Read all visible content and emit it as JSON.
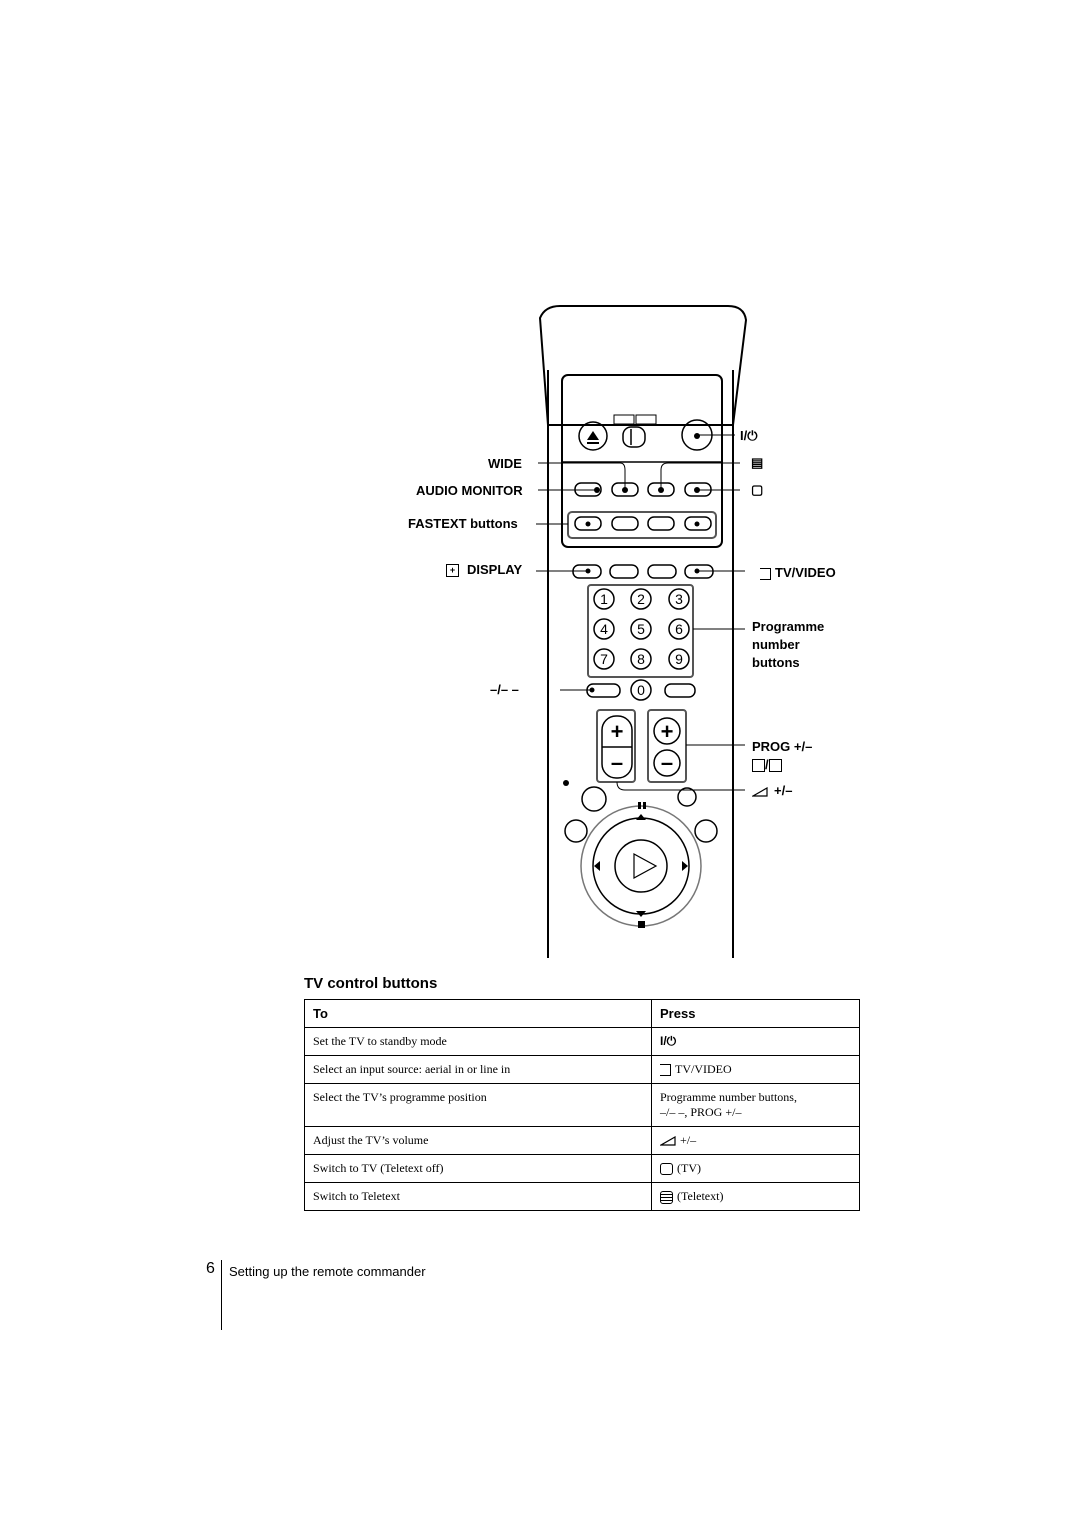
{
  "labels": {
    "power": "I/⏻",
    "teletext_sym": "▤",
    "tv_sym": "▢",
    "wide": "WIDE",
    "audio_monitor": "AUDIO MONITOR",
    "fastext": "FASTEXT buttons",
    "display": "DISPLAY",
    "tv_video": "TV/VIDEO",
    "programme_1": "Programme",
    "programme_2": "number",
    "programme_3": "buttons",
    "dash": "–/– –",
    "prog": "PROG +/–",
    "volume": "+/–"
  },
  "keypad": [
    "1",
    "2",
    "3",
    "4",
    "5",
    "6",
    "7",
    "8",
    "9",
    "0"
  ],
  "section_title": "TV control buttons",
  "table": {
    "headers": [
      "To",
      "Press"
    ],
    "rows": [
      {
        "to": "Set the TV to standby mode",
        "press": "I/⏻"
      },
      {
        "to": "Select an input source: aerial in or line in",
        "press": "TV/VIDEO"
      },
      {
        "to": "Select the TV’s programme position",
        "press": "Programme number buttons,",
        "press2": "–/– –, PROG +/–"
      },
      {
        "to": "Adjust the TV’s volume",
        "press": "+/–"
      },
      {
        "to": "Switch to TV (Teletext off)",
        "press": "(TV)"
      },
      {
        "to": "Switch to Teletext",
        "press": "(Teletext)"
      }
    ]
  },
  "footer": {
    "page_number": "6",
    "text": "Setting up the remote commander"
  }
}
